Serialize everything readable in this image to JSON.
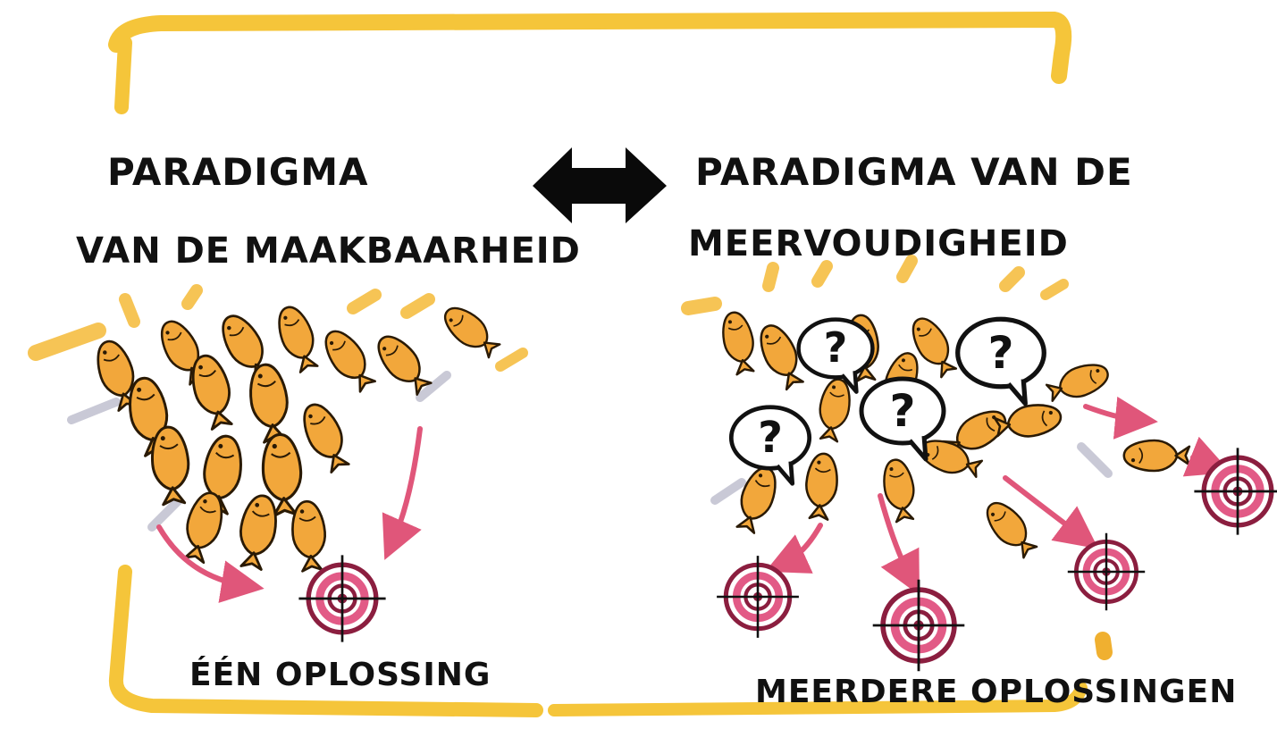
{
  "left_panel": {
    "title_line1": "PARADIGMA",
    "title_line2": "VAN DE MAAKBAARHEID",
    "caption": "ÉÉN OPLOSSING"
  },
  "right_panel": {
    "title_line1": "PARADIGMA VAN DE",
    "title_line2": "MEERVOUDIGHEID",
    "caption": "MEERDERE OPLOSSINGEN",
    "question_mark": "?"
  },
  "icons": {
    "center": "double-arrow-icon",
    "fish": "fish-icon",
    "target": "target-icon",
    "speech_bubble": "question-bubble-icon",
    "direction": "red-arrow-icon"
  },
  "colors": {
    "frame": "#F5C53A",
    "fish_fill": "#F2A73B",
    "fish_stroke": "#2a1a05",
    "target": "#8B1E3F",
    "target_glow": "#E25A86",
    "arrow": "#E0567A",
    "ink": "#111111"
  }
}
